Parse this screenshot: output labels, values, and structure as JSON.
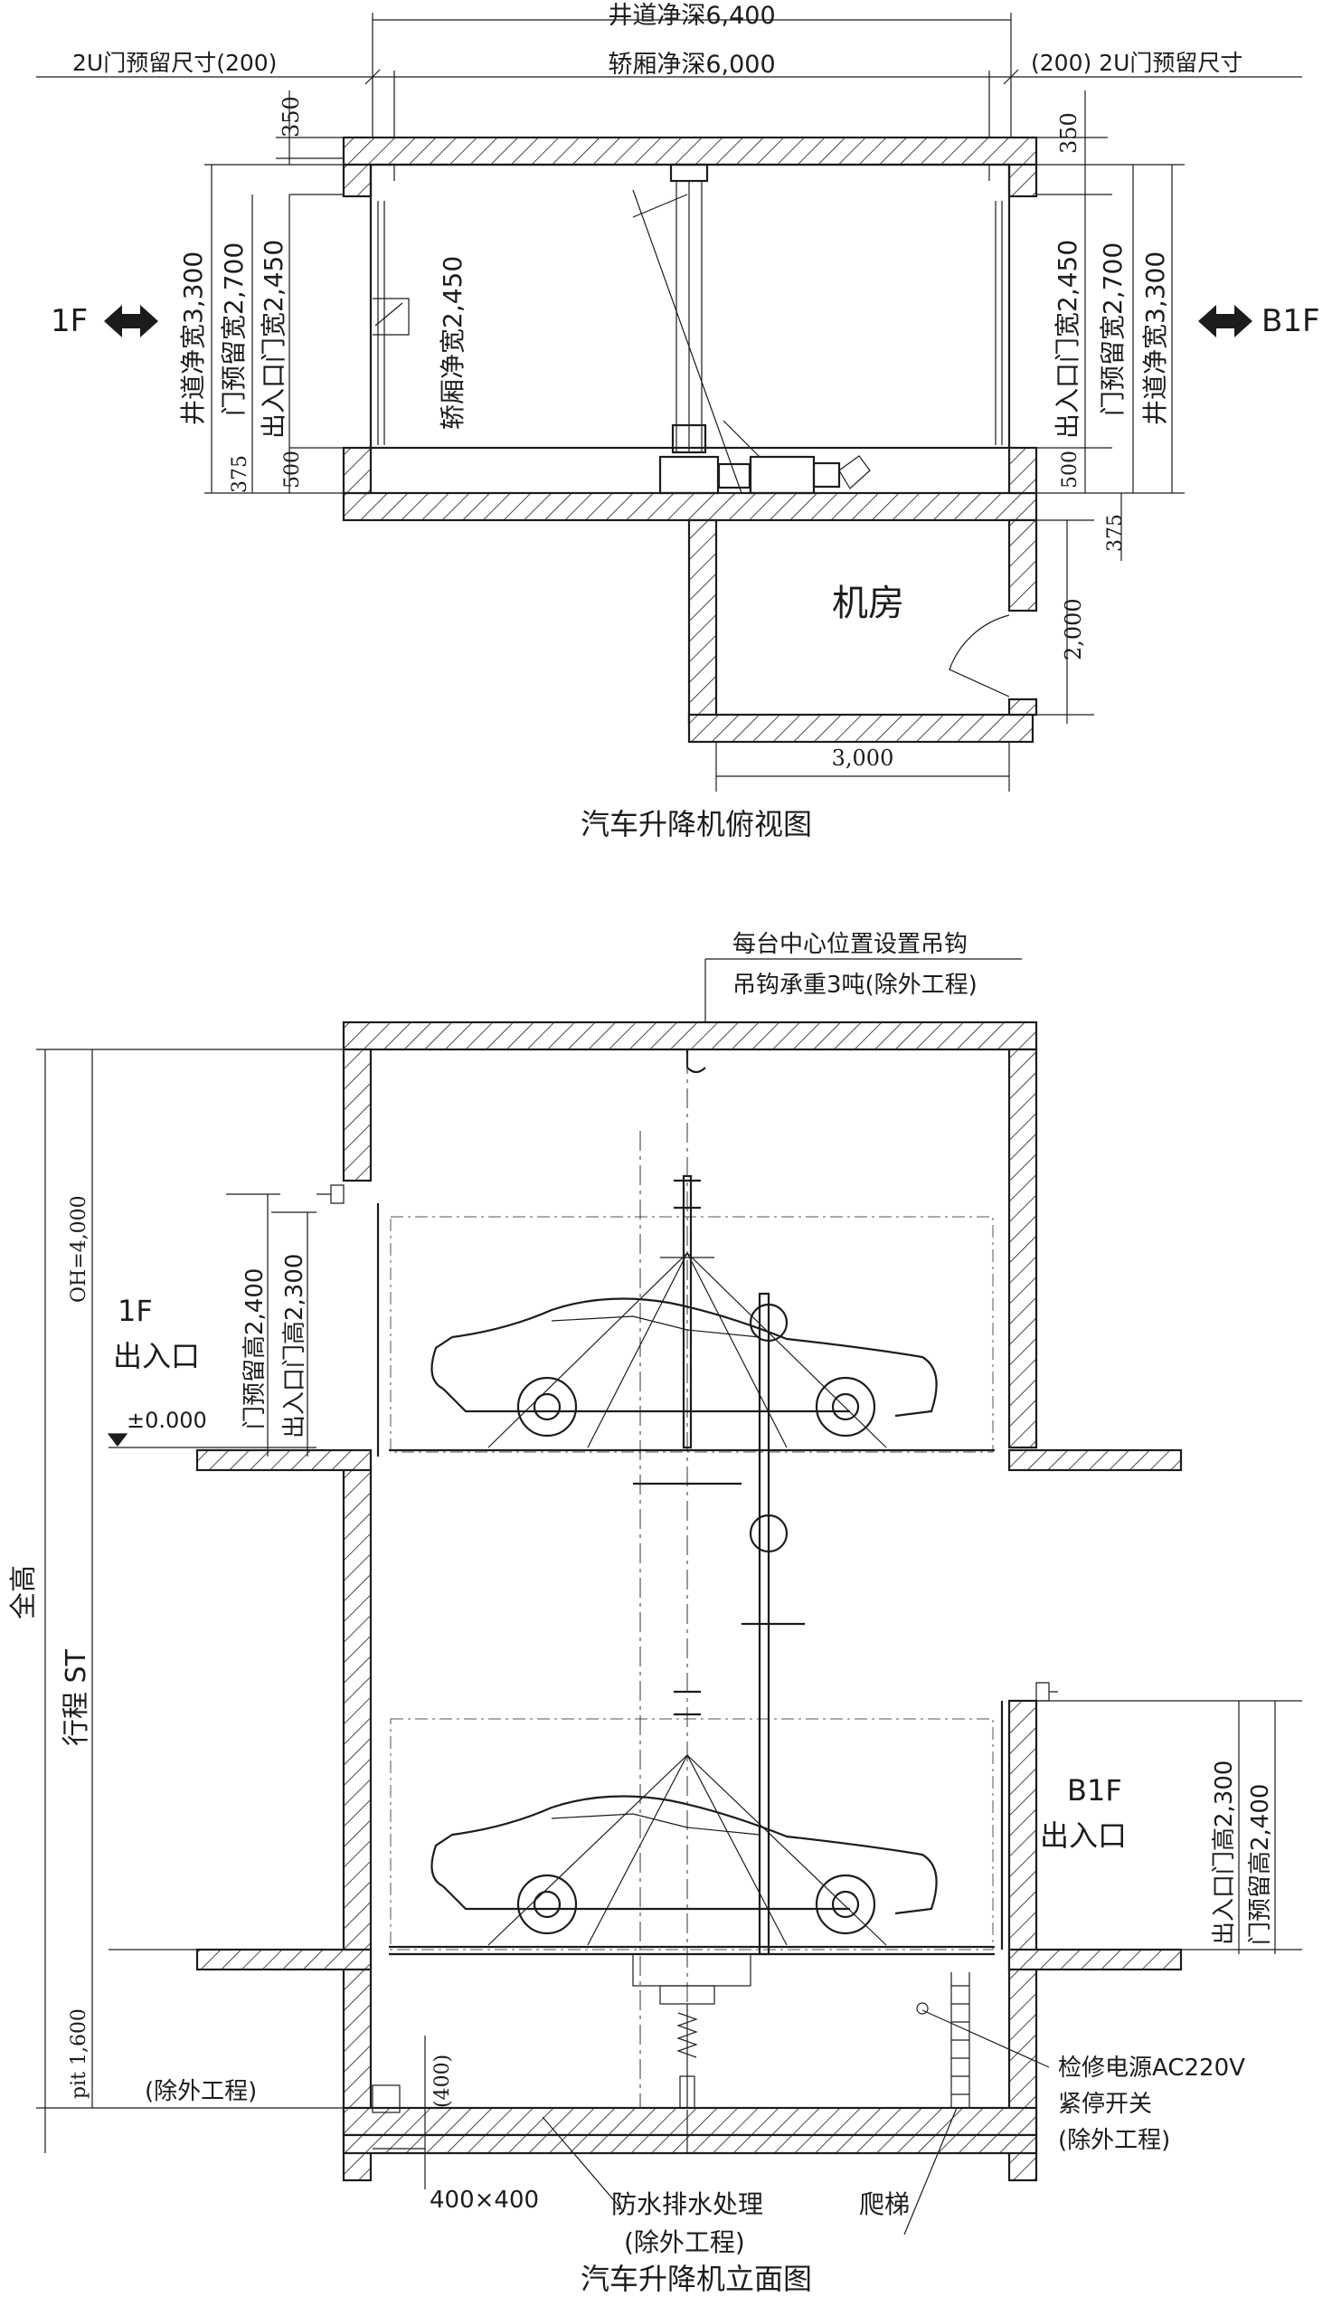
{
  "plan": {
    "shaft_depth": "井道净深6,400",
    "car_depth": "轿厢净深6,000",
    "reserve_left": "2U门预留尺寸(200)",
    "reserve_right": "(200) 2U门预留尺寸",
    "dim_350": "350",
    "shaft_width": "井道净宽3,300",
    "door_reserve_width": "门预留宽2,700",
    "entrance_width": "出入口门宽2,450",
    "car_width": "轿厢净宽2,450",
    "dim_375": "375",
    "dim_500": "500",
    "label_1f": "1F",
    "label_b1f": "B1F",
    "machine_room": "机房",
    "room_height": "2,000",
    "room_width": "3,000",
    "title": "汽车升降机俯视图"
  },
  "elevation": {
    "hook_note_1": "每台中心位置设置吊钩",
    "hook_note_2": "吊钩承重3吨(除外工程)",
    "oh": "OH=4,000",
    "total_height": "全高",
    "travel": "行程 ST",
    "pit": "pit 1,600",
    "excluded_left": "(除外工程)",
    "entrance_1f_a": "1F",
    "entrance_1f_b": "出入口",
    "level_zero": "±0.000",
    "door_reserve_h1": "门预留高2,400",
    "door_height_1": "出入口门高2,300",
    "entrance_b1f_a": "B1F",
    "entrance_b1f_b": "出入口",
    "door_height_2": "出入口门高2,300",
    "door_reserve_h2": "门预留高2,400",
    "power": "检修电源AC220V",
    "estop": "紧停开关",
    "excluded_right": "(除外工程)",
    "sump_dim": "(400)",
    "sump_size": "400×400",
    "waterproof": "防水排水处理",
    "excluded_bottom": "(除外工程)",
    "ladder": "爬梯",
    "title": "汽车升降机立面图"
  }
}
